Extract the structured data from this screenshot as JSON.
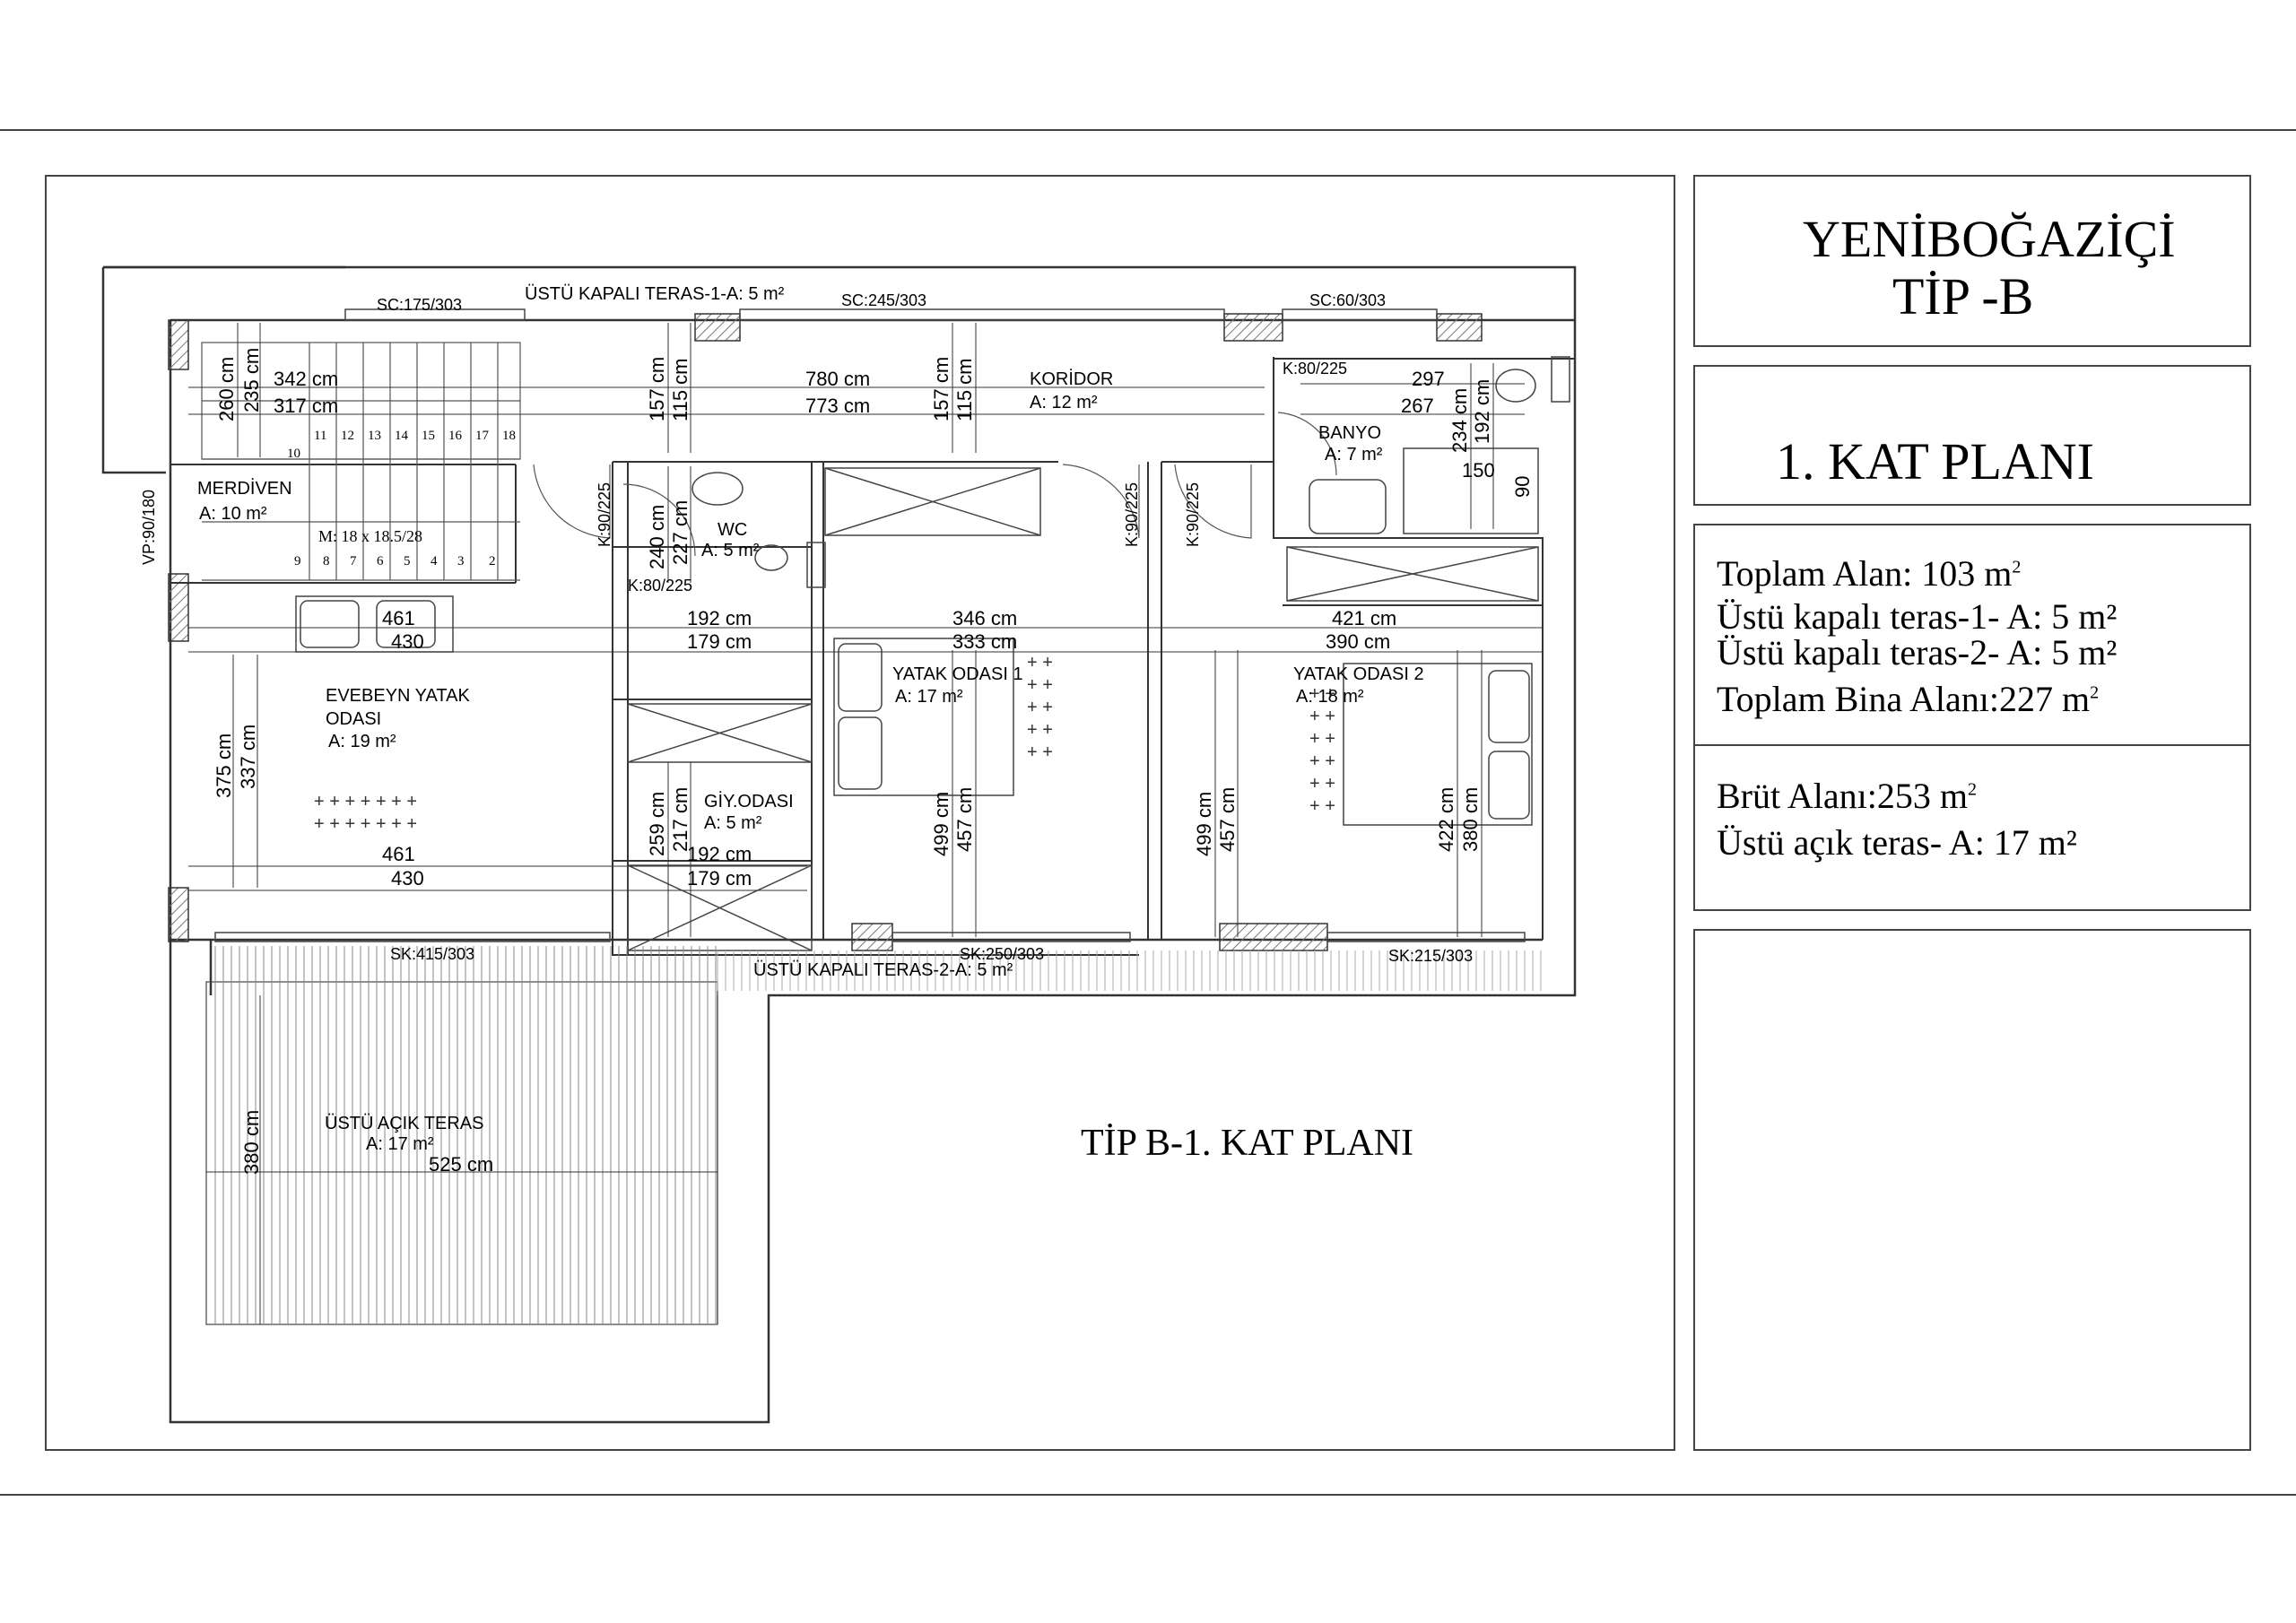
{
  "title_block": {
    "project_line1": "YENİBOĞAZİÇİ",
    "project_line2": "TİP -B",
    "floor": "1. KAT PLANI",
    "areas": [
      {
        "text": "Toplam Alan: 103 m",
        "sup": "2"
      },
      {
        "text": "Üstü kapalı teras-1- A: 5 m²",
        "sup": ""
      },
      {
        "text": "Üstü kapalı teras-2- A: 5 m²",
        "sup": ""
      },
      {
        "text": "Toplam Bina Alanı:227 m",
        "sup": "2"
      }
    ],
    "areas2": [
      {
        "text": "Brüt Alanı:253 m",
        "sup": "2"
      },
      {
        "text": "Üstü açık teras- A: 17 m²",
        "sup": ""
      }
    ]
  },
  "plan_title": "TİP B-1. KAT PLANI",
  "rooms": {
    "merdiven": {
      "name": "MERDİVEN",
      "area": "A: 10 m²"
    },
    "koridor": {
      "name": "KORİDOR",
      "area": "A: 12 m²"
    },
    "banyo": {
      "name": "BANYO",
      "area": "A: 7 m²"
    },
    "wc": {
      "name": "WC",
      "area": "A: 5 m²"
    },
    "evebeyn1": "EVEBEYN YATAK",
    "evebeyn2": "ODASI",
    "evebeyn_area": "A: 19 m²",
    "giy": {
      "name": "GİY.ODASI",
      "area": "A: 5 m²"
    },
    "yatak1": {
      "name": "YATAK ODASI 1",
      "area": "A: 17 m²"
    },
    "yatak2": {
      "name": "YATAK ODASI 2",
      "area": "A: 18 m²"
    },
    "acik_teras": {
      "name": "ÜSTÜ AÇIK TERAS",
      "area": "A: 17 m²"
    }
  },
  "labels": {
    "teras1": "ÜSTÜ KAPALI TERAS-1-A: 5 m²",
    "teras2": "ÜSTÜ KAPALI TERAS-2-A: 5 m²",
    "sc1": "SC:175/303",
    "sc2": "SC:245/303",
    "sc3": "SC:60/303",
    "sk1": "SK:415/303",
    "sk2": "SK:250/303",
    "sk3": "SK:215/303",
    "vp": "VP:90/180",
    "k1": "K:90/225",
    "k2": "K:80/225",
    "k3": "K:90/225",
    "k4": "K:90/225",
    "k5": "K:80/225",
    "stair_info": "M: 18 x 18.5/28"
  },
  "dims": {
    "d342": "342 cm",
    "d317": "317 cm",
    "d780": "780 cm",
    "d773": "773 cm",
    "d297": "297",
    "d267": "267",
    "d150": "150",
    "d90": "90",
    "d192a": "192 cm",
    "d179a": "179 cm",
    "d346": "346 cm",
    "d333": "333 cm",
    "d421": "421 cm",
    "d390": "390 cm",
    "d461a": "461",
    "d430a": "430",
    "d461b": "461",
    "d430b": "430",
    "d192b": "192 cm",
    "d179b": "179 cm",
    "d525": "525 cm",
    "v260": "260 cm",
    "v235": "235 cm",
    "v157a": "157 cm",
    "v115a": "115 cm",
    "v157b": "157 cm",
    "v115b": "115 cm",
    "v234": "234 cm",
    "v192": "192 cm",
    "v240": "240 cm",
    "v227": "227 cm",
    "v375": "375 cm",
    "v337": "337 cm",
    "v259": "259 cm",
    "v217": "217 cm",
    "v499a": "499 cm",
    "v457a": "457 cm",
    "v499b": "499 cm",
    "v457b": "457 cm",
    "v422": "422 cm",
    "v380a": "380 cm",
    "v380b": "380 cm"
  },
  "stair_numbers_top": [
    "10",
    "11",
    "12",
    "13",
    "14",
    "15",
    "16",
    "17",
    "18"
  ],
  "stair_numbers_bottom": [
    "9",
    "8",
    "7",
    "6",
    "5",
    "4",
    "3",
    "2"
  ]
}
